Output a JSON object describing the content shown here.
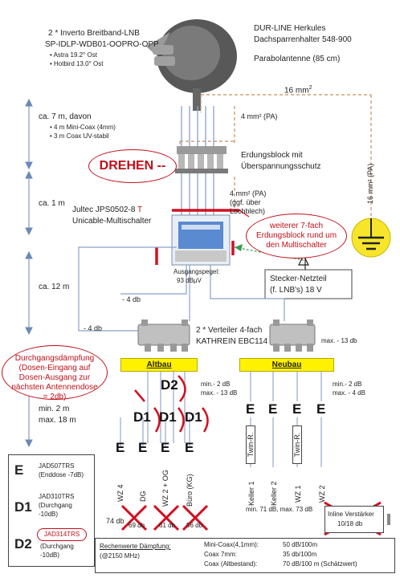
{
  "lnb": {
    "title": "2 * Inverto Breitband-LNB",
    "model": "SP-IDLP-WDB01-OOPRO-OPP",
    "sat1": "Astra 19.2° Ost",
    "sat2": "Hotbird 13.0° Ost"
  },
  "dish": {
    "mount": "DUR-LINE Herkules",
    "mount2": "Dachsparrenhalter 548-900",
    "antenna": "Parabolantenne (85 cm)"
  },
  "cable": {
    "length1": "ca. 7 m, davon",
    "detail1": "4 m Mini-Coax (4mm)",
    "detail2": "3 m Coax UV-stabil",
    "length2": "ca. 1 m",
    "length3": "ca. 12 m",
    "length4": "min. 2 m",
    "length4b": "max. 18 m"
  },
  "ground": {
    "mm16_top": "16 mm",
    "mm16_side": "16 mm² (PA)",
    "pa4_top": "4 mm² (PA)",
    "block": "Erdungsblock mit",
    "block2": "Überspannungsschutz",
    "pa4_mid": "4 mm² (PA)",
    "pa4_mid2": "(ggf. über",
    "pa4_mid3": "Lochblech)"
  },
  "drehen": "DREHEN --",
  "multiswitch": {
    "name_pre": "Jultec JPS0502-8 ",
    "name_t": "T",
    "type": "Unicable-Multischalter",
    "level_label": "Ausgangspegel:",
    "level_value": "93 dBµV",
    "callout": "weiterer 7-fach Erdungsblock rund um den Multischalter"
  },
  "power": {
    "label": "Stecker-Netzteil",
    "label2": "(f. LNB's) 18 V"
  },
  "splitter": {
    "db4a": "- 4 db",
    "db4b": "- 4 db",
    "name": "2 * Verteiler 4-fach",
    "model": "KATHREIN EBC114",
    "max13": "max. - 13 db"
  },
  "passthrough": {
    "text": "Durchgangsdämpfung (Dosen-Eingang auf Dosen-Ausgang zur nächsten Antennendose = 2db)"
  },
  "zones": {
    "altbau": "Altbau",
    "neubau": "Neubau",
    "alt_min": "min.- 2 dB",
    "alt_max": "max. - 13 dB",
    "neu_min": "min.- 2 dB",
    "neu_max": "max. - 4 dB"
  },
  "boxes": {
    "d2": "D2",
    "d1": "D1",
    "e": "E"
  },
  "rooms": {
    "wz4": "WZ 4",
    "dg": "DG",
    "wz2og": "WZ 2 + OG",
    "buero": "Büro (KG)",
    "twin": "Twin-R.",
    "keller1": "Keller 1",
    "keller2": "Keller 2",
    "wz1": "WZ 1",
    "wz2": "WZ 2"
  },
  "levels": {
    "db74": "74 db",
    "db69": "69 db",
    "db61": "61 db",
    "db56": "56 db",
    "neubau_range": "min. 71 dB, max. 73 dB",
    "inline": "Inline Verstärker",
    "inline_db": "10/18 db"
  },
  "legend": {
    "e_code": "JAD507TRS",
    "e_desc": "(Enddose -7dB)",
    "d1_code": "JAD310TRS",
    "d1_desc": "(Durchgang",
    "d1_desc2": "-10dB)",
    "d2_code": "JAD314TRS",
    "d2_desc": "(Durchgang",
    "d2_desc2": "-10dB)"
  },
  "attenuation": {
    "title": "Rechenwerte Dämpfung:",
    "freq": "(@2150 MHz)",
    "row1_label": "Mini-Coax(4,1mm):",
    "row1_val": "50 dB/100m",
    "row2_label": "Coax 7mm:",
    "row2_val": "35 db/100m",
    "row3_label": "Coax (Altbestand):",
    "row3_val": "70 dB/100 m (Schätzwert)"
  }
}
